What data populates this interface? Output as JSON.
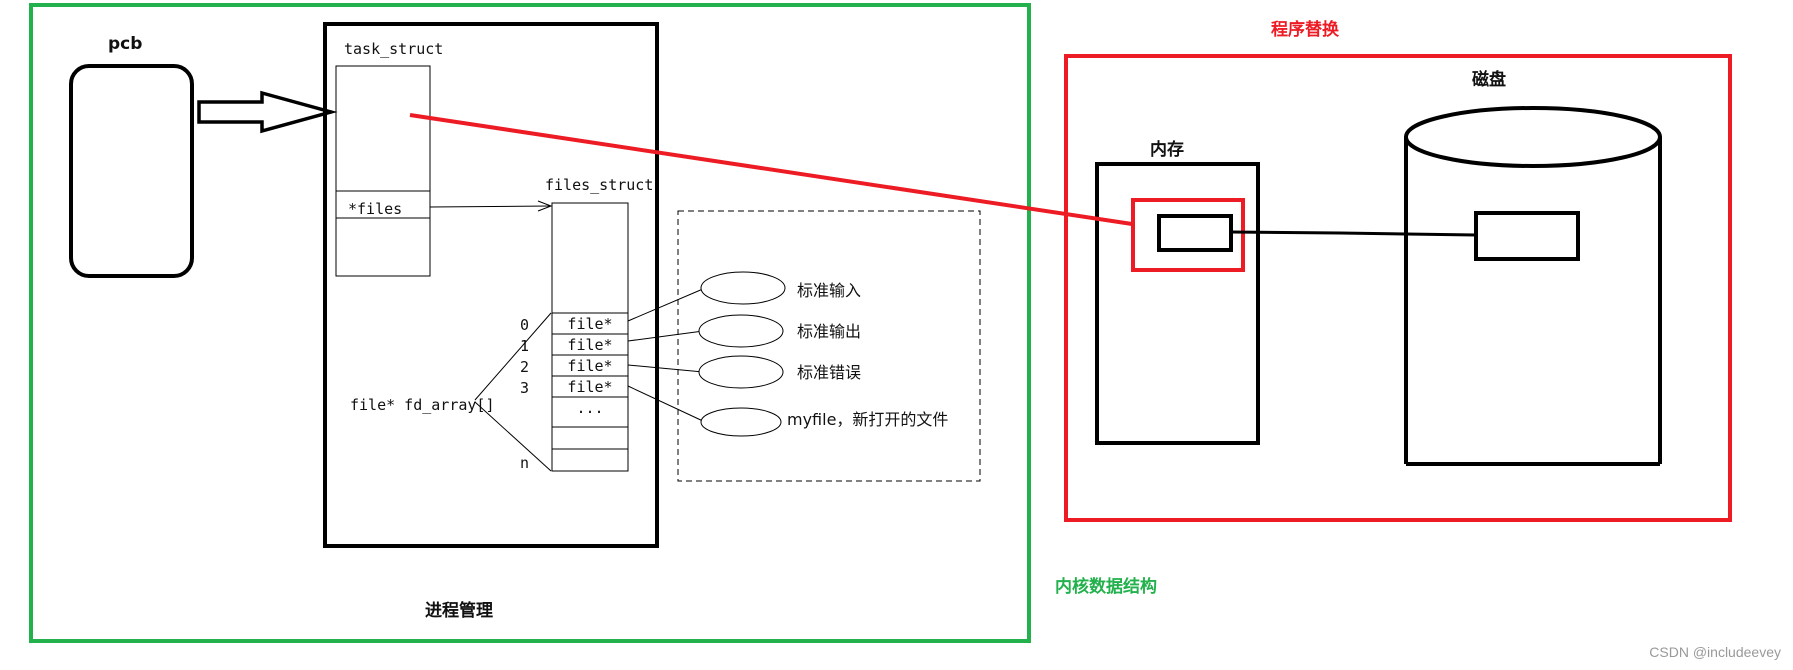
{
  "labels": {
    "pcb": "pcb",
    "task_struct": "task_struct",
    "files_ptr": "*files",
    "files_struct": "files_struct",
    "fd_array": "file* fd_array[]",
    "process_mgmt": "进程管理",
    "kernel_ds": "内核数据结构",
    "program_replace": "程序替换",
    "memory": "内存",
    "disk": "磁盘",
    "watermark": "CSDN @includeevey"
  },
  "fd_slots": [
    {
      "index": "0",
      "text": "file*"
    },
    {
      "index": "1",
      "text": "file*"
    },
    {
      "index": "2",
      "text": "file*"
    },
    {
      "index": "3",
      "text": "file*"
    },
    {
      "index": "",
      "text": "..."
    },
    {
      "index": "",
      "text": ""
    },
    {
      "index": "n",
      "text": ""
    }
  ],
  "files": [
    {
      "label": "标准输入"
    },
    {
      "label": "标准输出"
    },
    {
      "label": "标准错误"
    },
    {
      "label": "myfile，新打开的文件"
    }
  ],
  "colors": {
    "green": "#22b14c",
    "red": "#ed1c24",
    "black": "#000000",
    "watermark": "#999999"
  }
}
